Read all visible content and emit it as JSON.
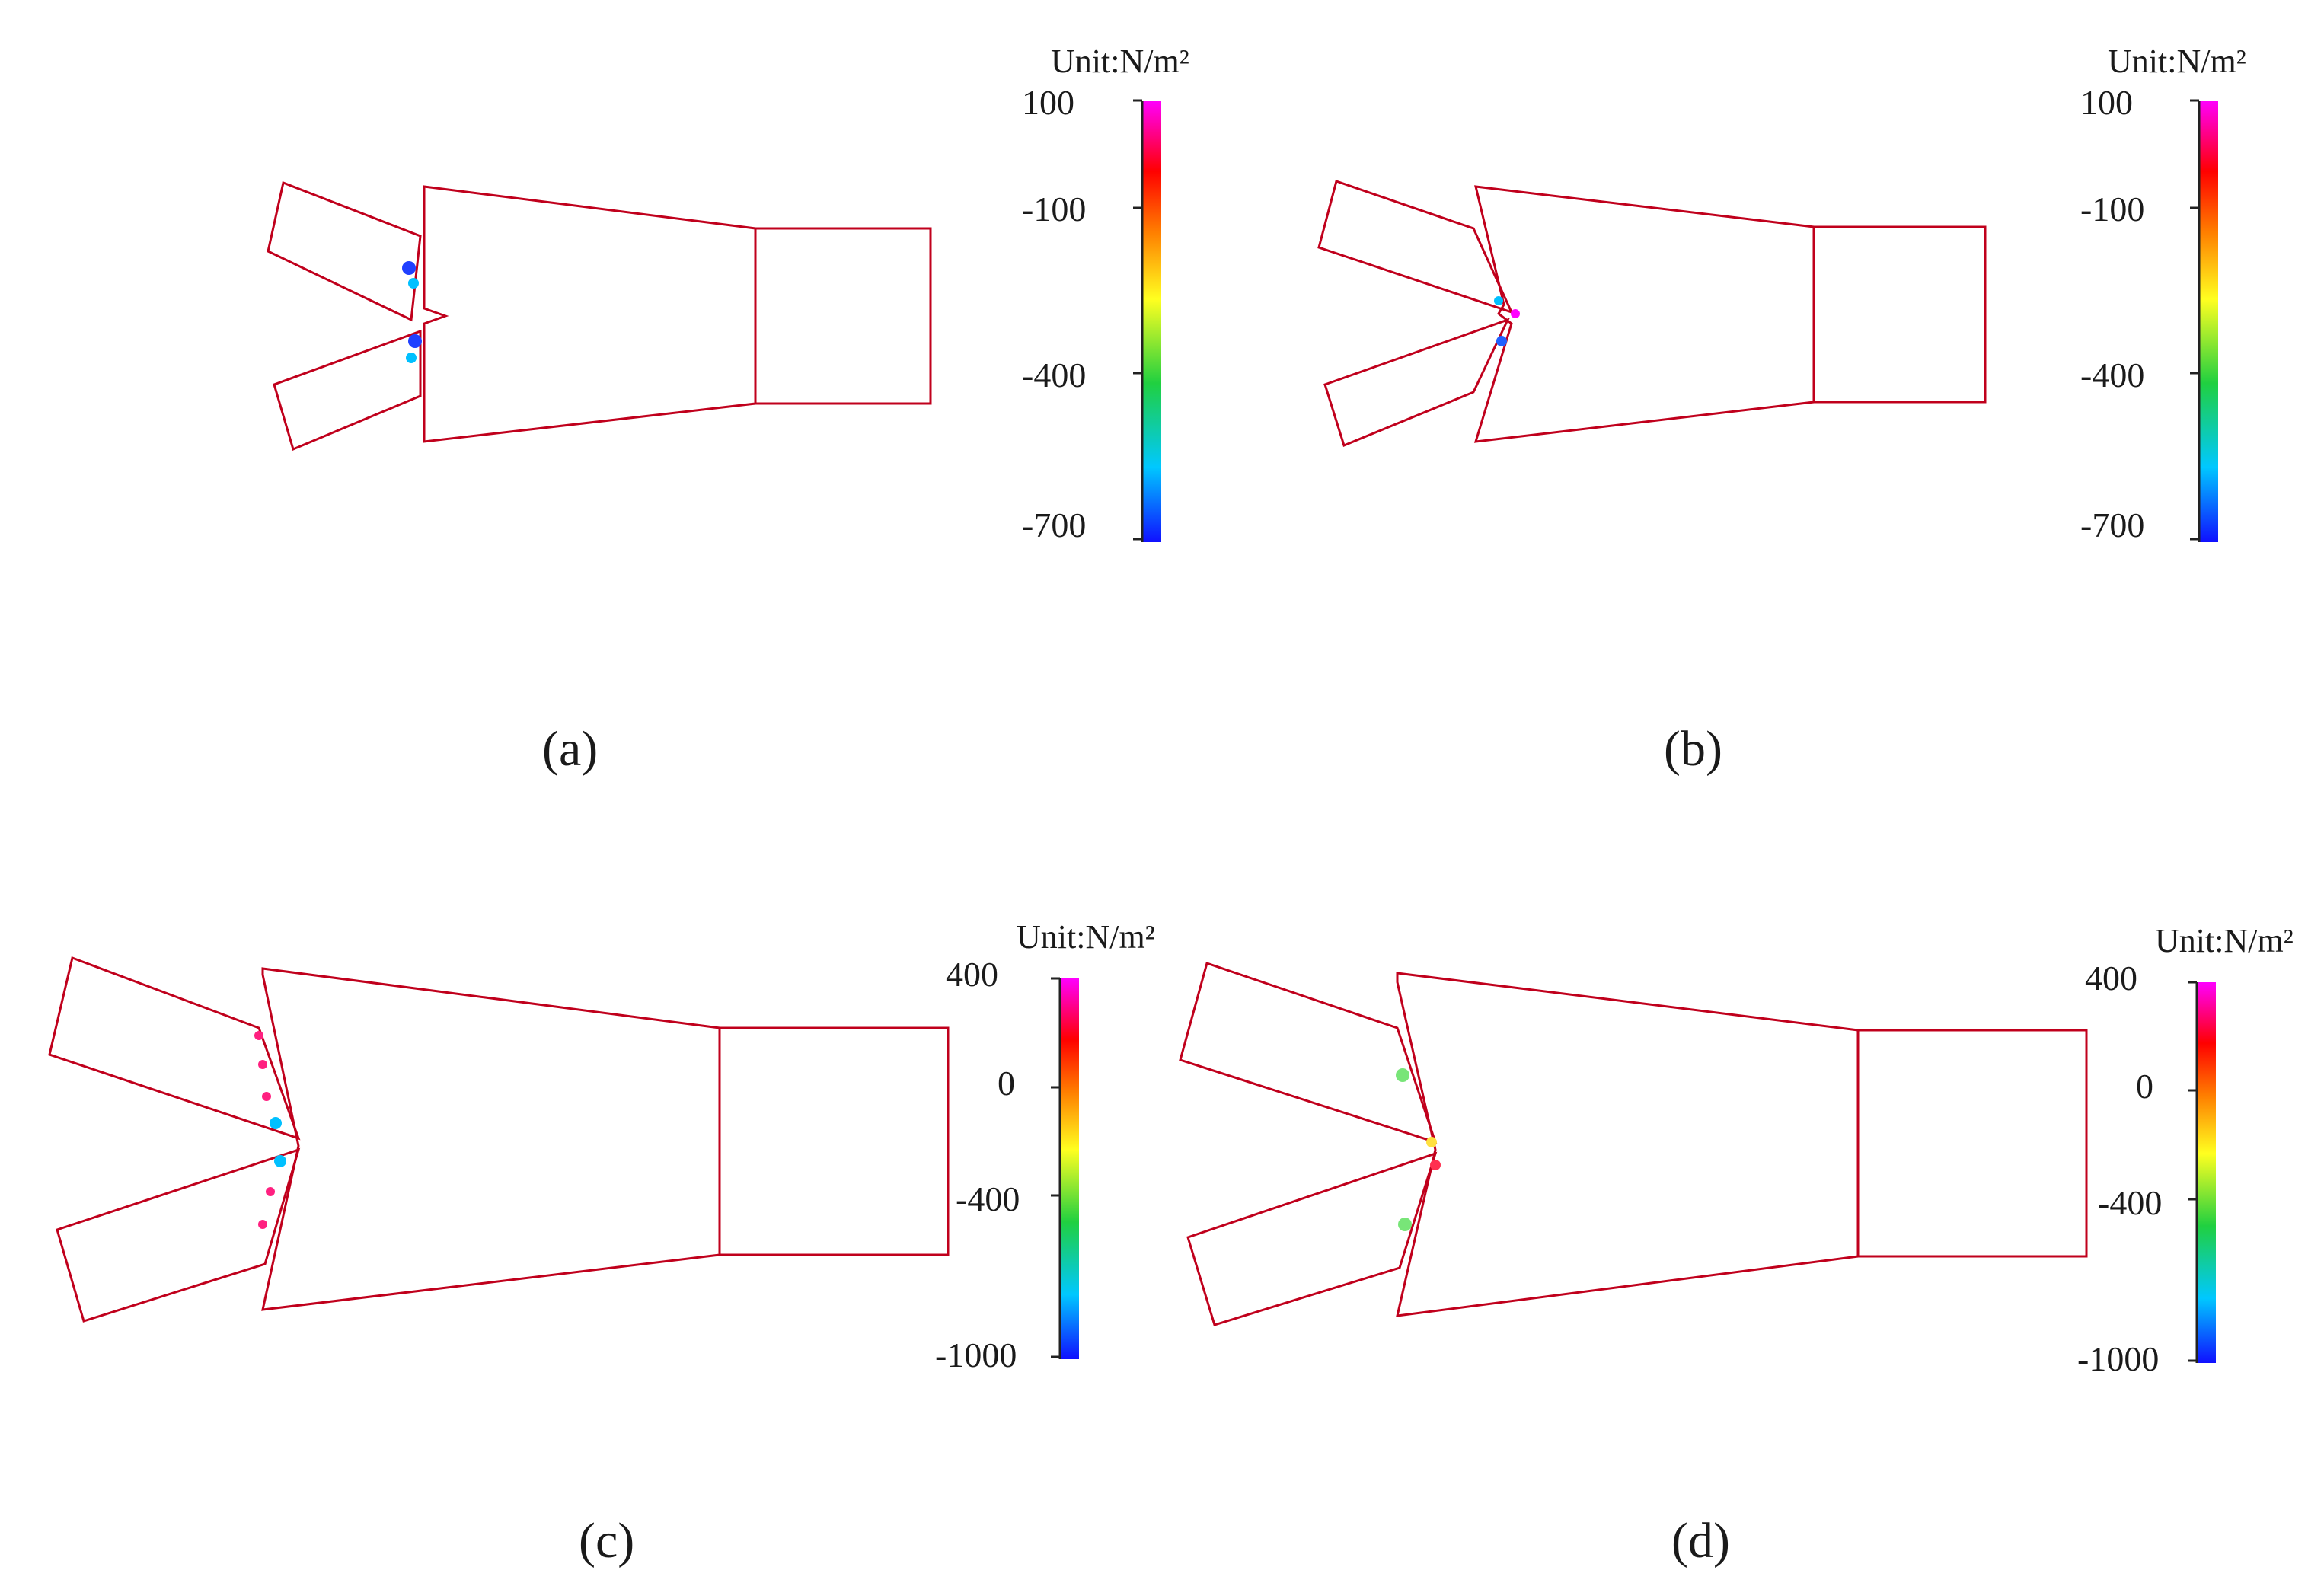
{
  "figure": {
    "panels": [
      {
        "id": "a",
        "caption": "(a)",
        "colorbar": {
          "unit_label": "Unit:N/m²",
          "ticks": [
            "100",
            "-100",
            "-400",
            "-700"
          ],
          "min": -700,
          "max": 100
        },
        "body_color": "#ff0a5a"
      },
      {
        "id": "b",
        "caption": "(b)",
        "colorbar": {
          "unit_label": "Unit:N/m²",
          "ticks": [
            "100",
            "-100",
            "-400",
            "-700"
          ],
          "min": -700,
          "max": 100
        },
        "body_color": "#ff0a5a"
      },
      {
        "id": "c",
        "caption": "(c)",
        "colorbar": {
          "unit_label": "Unit:N/m²",
          "ticks": [
            "400",
            "0",
            "-400",
            "-1000"
          ],
          "min": -1000,
          "max": 400
        },
        "body_color": "#ff7f0e"
      },
      {
        "id": "d",
        "caption": "(d)",
        "colorbar": {
          "unit_label": "Unit:N/m²",
          "ticks": [
            "400",
            "0",
            "-400",
            "-1000"
          ],
          "min": -1000,
          "max": 400
        },
        "body_color": "#ff7f0e"
      }
    ],
    "colormap": [
      "#1010ff",
      "#00c8ff",
      "#20d040",
      "#ffff20",
      "#ff8000",
      "#ff0000",
      "#ff00ff"
    ],
    "inlet_colors": {
      "top_row": "#58d83c",
      "bottom_row": "#d8f43a"
    },
    "edge_color": "#c0001c"
  }
}
